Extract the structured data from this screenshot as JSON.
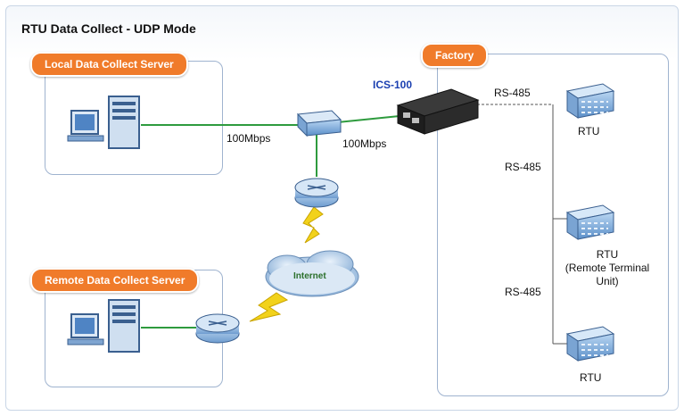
{
  "title": "RTU Data Collect - UDP Mode",
  "local_server": {
    "label": "Local Data Collect Server"
  },
  "remote_server": {
    "label": "Remote Data Collect Server"
  },
  "factory": {
    "label": "Factory"
  },
  "device": {
    "label": "ICS-100"
  },
  "links": {
    "server_to_switch": "100Mbps",
    "switch_to_device": "100Mbps",
    "rs485_top": "RS-485",
    "rs485_mid": "RS-485",
    "rs485_bottom": "RS-485"
  },
  "internet": {
    "label": "Internet"
  },
  "rtus": [
    {
      "label_lines": [
        "RTU"
      ]
    },
    {
      "label_lines": [
        "RTU",
        "(Remote Terminal",
        "Unit)"
      ]
    },
    {
      "label_lines": [
        "RTU"
      ]
    }
  ],
  "colors": {
    "accent_orange": "#f07b2a",
    "link_green": "#2e9b3e",
    "device_label_blue": "#1a3fb0",
    "lightning_yellow": "#f2d21b"
  }
}
